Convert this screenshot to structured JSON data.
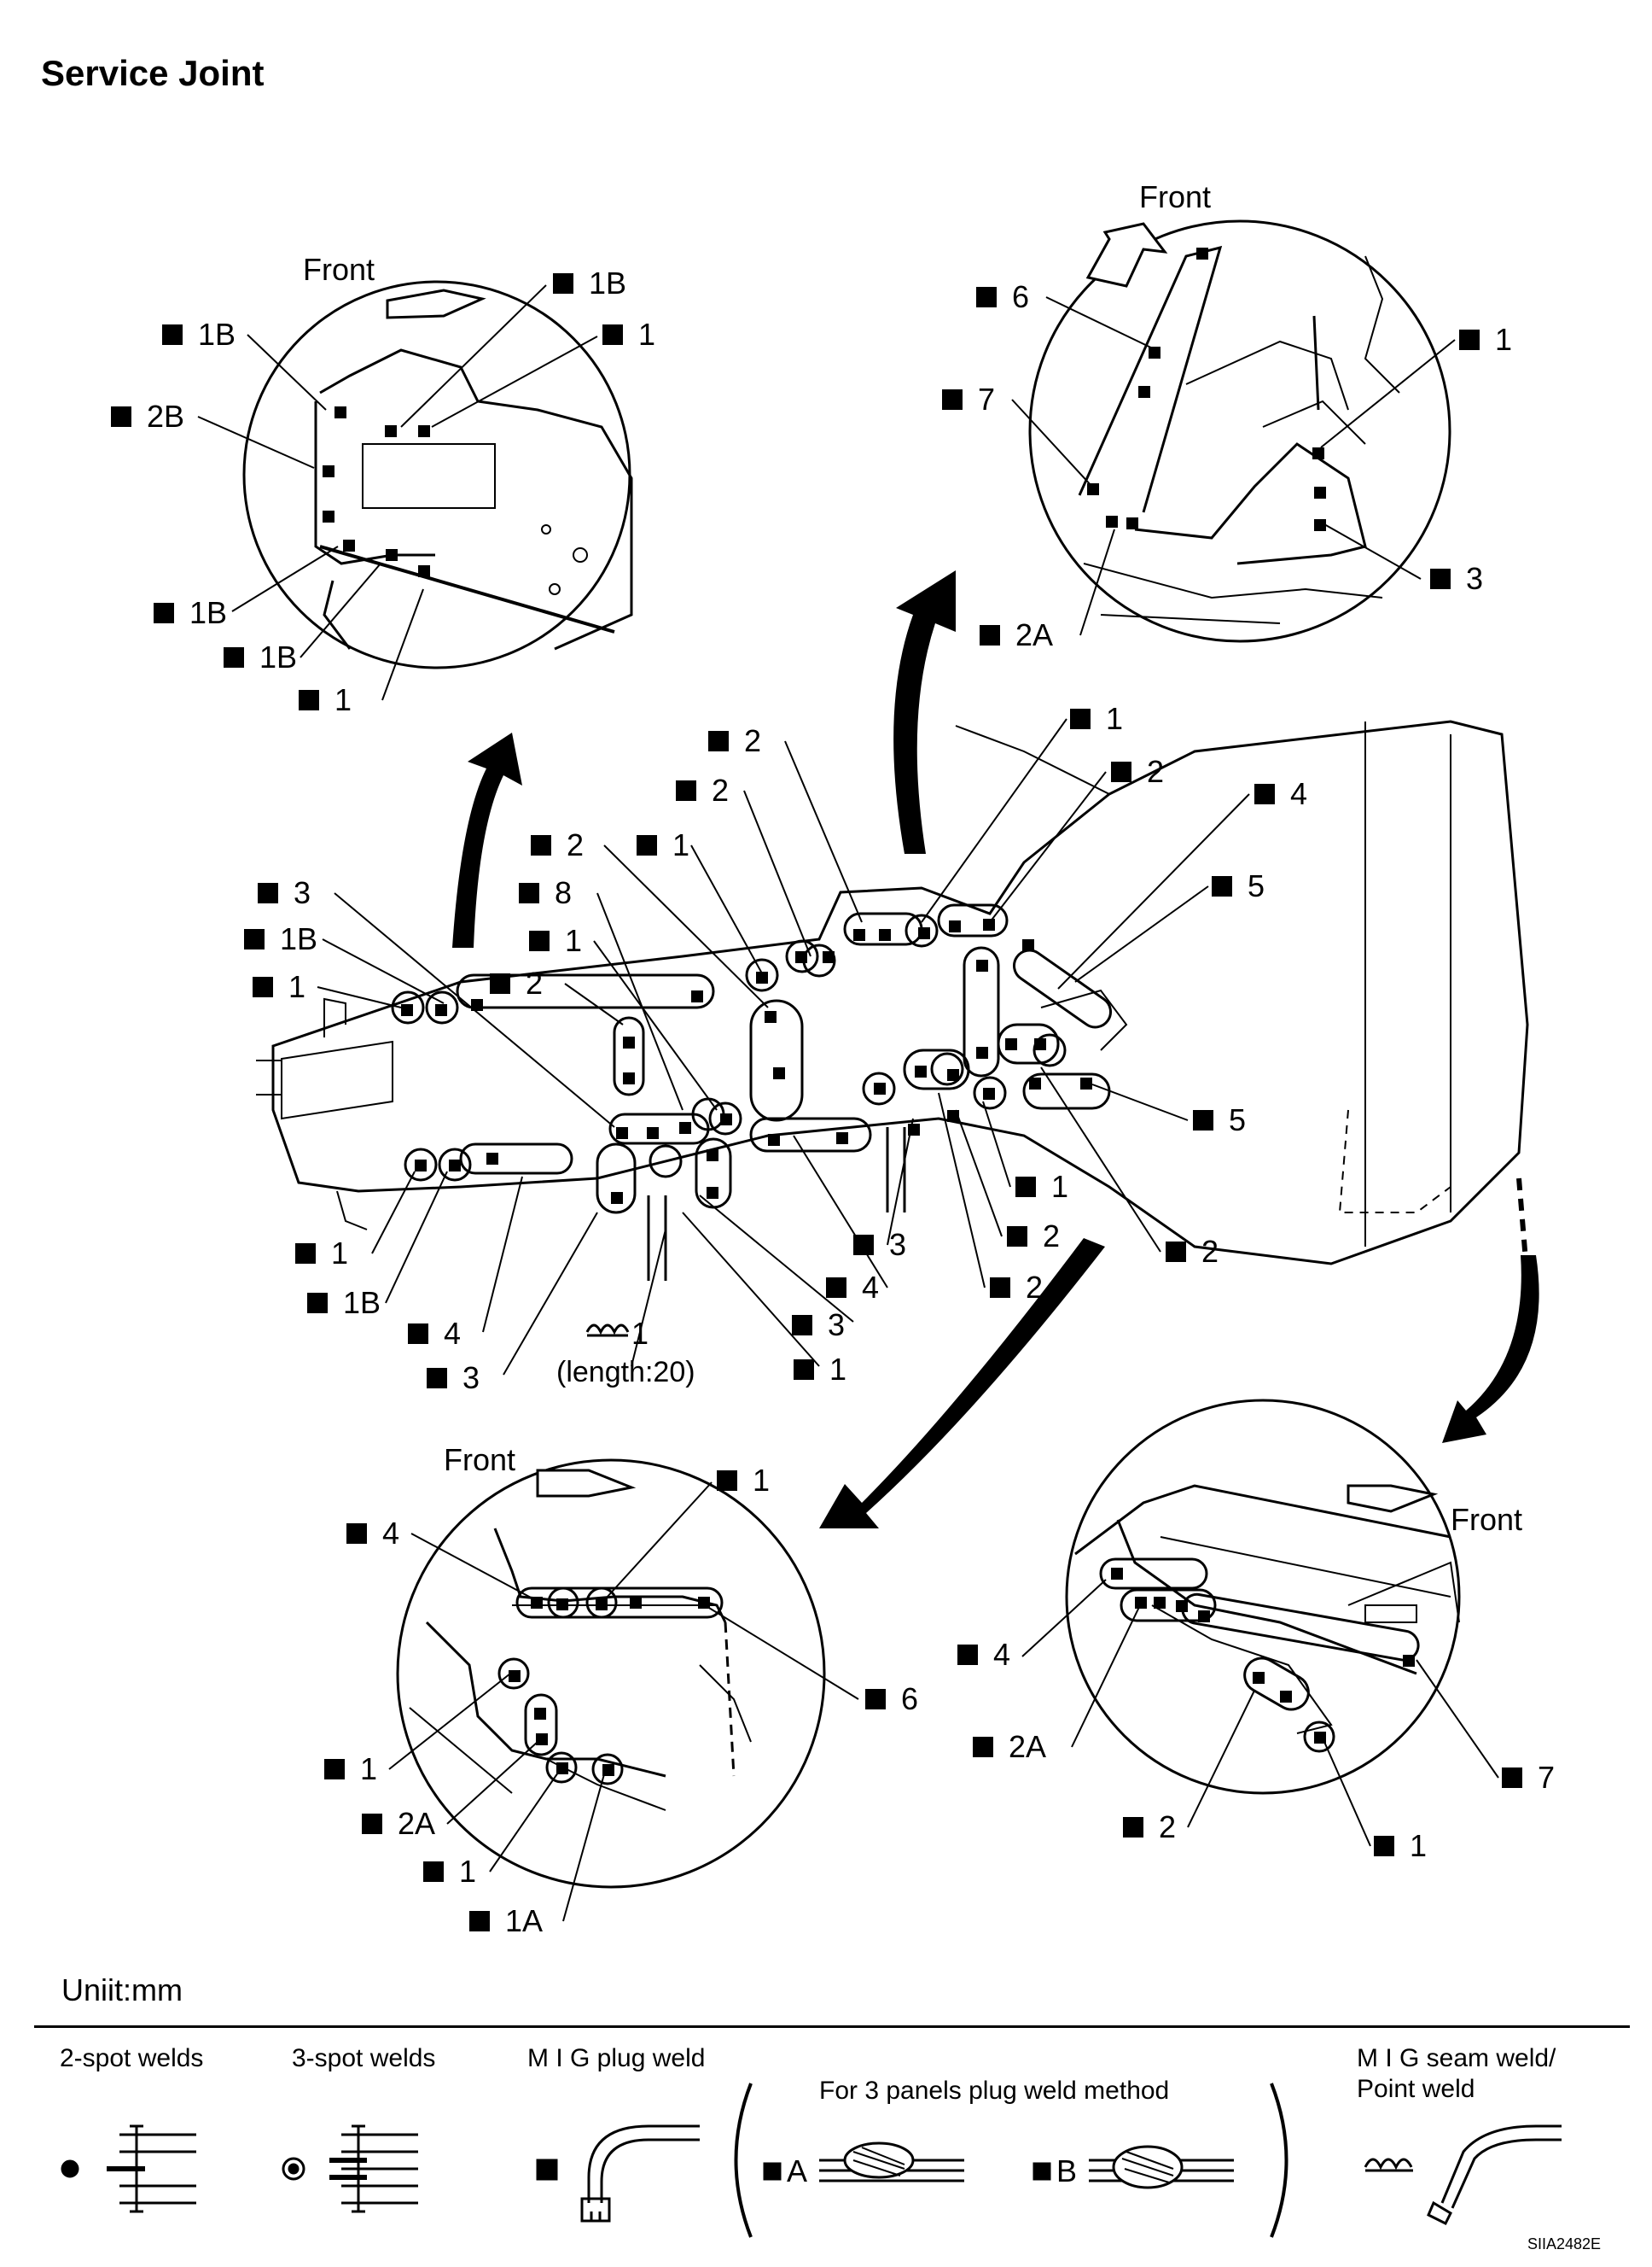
{
  "title": "Service Joint",
  "front_label": "Front",
  "callouts": {
    "tl": [
      "1B",
      "1B",
      "1",
      "2B",
      "1B",
      "1B",
      "1"
    ],
    "tr": [
      "6",
      "7",
      "1",
      "3",
      "2A"
    ],
    "main_left": [
      "3",
      "1B",
      "1",
      "1",
      "1B",
      "4",
      "3"
    ],
    "main_center": [
      "2",
      "2",
      "2",
      "1",
      "8",
      "1",
      "2",
      "3",
      "4",
      "3",
      "1"
    ],
    "main_right": [
      "1",
      "2",
      "4",
      "5",
      "5",
      "1",
      "2",
      "2",
      "2"
    ],
    "bl": [
      "4",
      "1",
      "6",
      "1",
      "2A",
      "1",
      "1A"
    ],
    "br": [
      "4",
      "2A",
      "2",
      "1",
      "7"
    ]
  },
  "mig_label": "1",
  "length_label": "(length:20)",
  "unit": "Uniit:mm",
  "legend": {
    "spot2": "2-spot welds",
    "spot3": "3-spot welds",
    "mig_plug": "M I G plug weld",
    "three_panel": "For 3 panels plug weld method",
    "a": "A",
    "b": "B",
    "mig_seam_1": "M I G seam weld/",
    "mig_seam_2": "Point weld"
  },
  "figure_id": "SIIA2482E"
}
